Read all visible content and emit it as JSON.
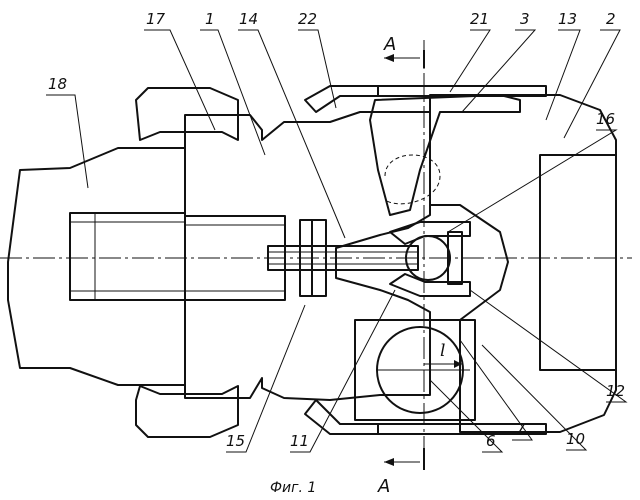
{
  "figure": {
    "caption": "Фиг. 1",
    "section_letter": "A",
    "dimension_label": "l"
  },
  "part_numbers": {
    "p1": "1",
    "p2": "2",
    "p3": "3",
    "p6": "6",
    "p7": "7",
    "p10": "10",
    "p11": "11",
    "p12": "12",
    "p13": "13",
    "p14": "14",
    "p15": "15",
    "p16": "16",
    "p17": "17",
    "p18": "18",
    "p21": "21",
    "p22": "22"
  },
  "colors": {
    "line": "#111111",
    "background": "#ffffff"
  }
}
